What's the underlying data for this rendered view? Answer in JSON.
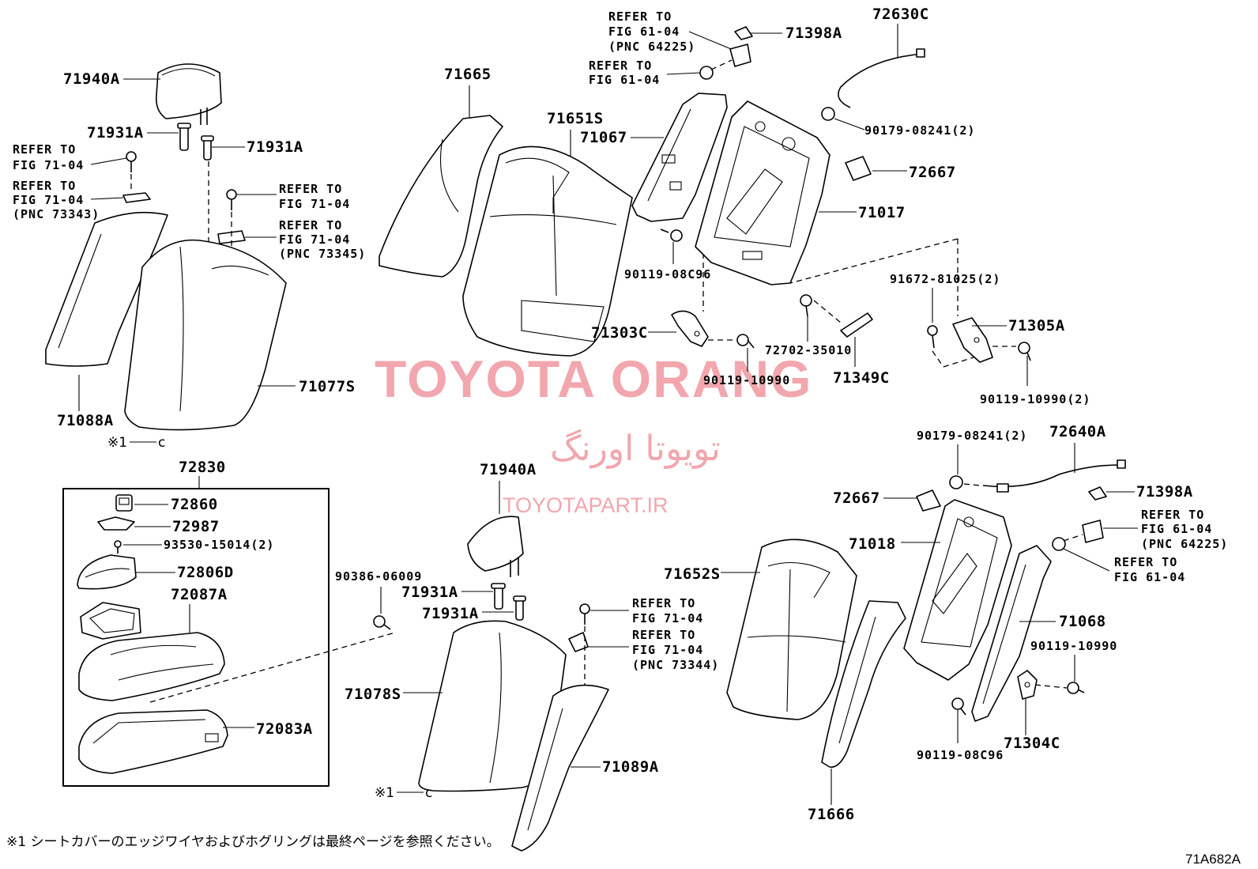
{
  "refs": {
    "fig_71_04": [
      "REFER TO",
      "FIG 71-04"
    ],
    "fig_71_04_73343": [
      "REFER TO",
      "FIG 71-04",
      "(PNC 73343)"
    ],
    "fig_71_04_73345": [
      "REFER TO",
      "FIG 71-04",
      "(PNC 73345)"
    ],
    "fig_71_04_73344": [
      "REFER TO",
      "FIG 71-04",
      "(PNC 73344)"
    ],
    "fig_61_04": [
      "REFER TO",
      "FIG 61-04"
    ],
    "fig_61_04_64225": [
      "REFER TO",
      "FIG 61-04",
      "(PNC 64225)"
    ]
  },
  "parts": {
    "p71940A": "71940A",
    "p71931A": "71931A",
    "p71088A": "71088A",
    "p71077S": "71077S",
    "p72830": "72830",
    "p72860": "72860",
    "p72987": "72987",
    "p93530": "93530-15014(2)",
    "p72806D": "72806D",
    "p72087A": "72087A",
    "p72083A": "72083A",
    "p90386": "90386-06009",
    "p71665": "71665",
    "p71651S": "71651S",
    "p71067": "71067",
    "p71303C": "71303C",
    "p90119_08C96": "90119-08C96",
    "p90119_10990": "90119-10990",
    "p90119_10990_2": "90119-10990(2)",
    "p71398A": "71398A",
    "p72630C": "72630C",
    "p90179_08241_2": "90179-08241(2)",
    "p72667": "72667",
    "p71017": "71017",
    "p91672": "91672-81025(2)",
    "p71305A": "71305A",
    "p72702": "72702-35010",
    "p71349C": "71349C",
    "p72640A": "72640A",
    "p71018": "71018",
    "p71652S": "71652S",
    "p71068": "71068",
    "p71304C": "71304C",
    "p71666": "71666",
    "p71078S": "71078S",
    "p71089A": "71089A"
  },
  "note_marker": "※1",
  "footnote": "※1 シートカバーのエッジワイヤおよびホグリングは最終ページを参照ください。",
  "figure_code": "71A682A",
  "watermark": {
    "line1": "TOYOTA ORANG",
    "line2": "تویوتا اورنگ",
    "line3": "TOYOTAPART.IR"
  }
}
